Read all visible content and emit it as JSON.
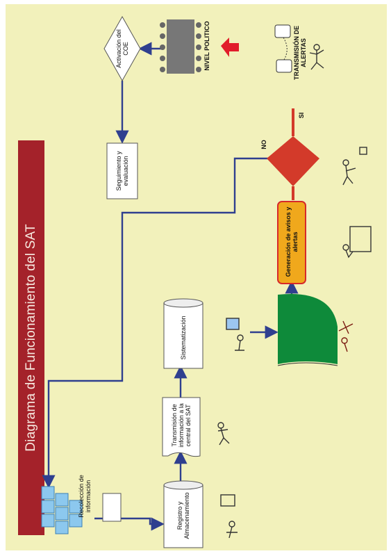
{
  "title": "Diagrama de Funcionamiento del SAT",
  "nodes": {
    "recoleccion": "Recolección de información",
    "registro": "Registro y Almacenamiento",
    "transmision": "Transmisión de información a la central del SAT",
    "sistematizacion": "Sistematización",
    "generacion": "Generación de avisos y alertas",
    "seguimiento": "Seguimiento y evaluación",
    "activacion": "Activación del COE",
    "nivel_politico": "NIVEL POLITICO",
    "transmision_alertas": "TRANSMISIÓN DE ALERTAS"
  },
  "decision": {
    "no": "NO",
    "si": "SI"
  },
  "colors": {
    "background": "#f2f1bb",
    "title_band": "#a4222a",
    "connector": "#2f3f8f",
    "decision": "#d33a2a",
    "green_node": "#0e8a3a",
    "generation_box": "#f0a81c",
    "red_arrow": "#e11d2a"
  },
  "icons": [
    "cubes-icon",
    "person-desk-icon",
    "person-box-icon",
    "person-running-icon",
    "person-computer-icon",
    "person-reading-icon",
    "person-blackboard-icon",
    "person-papers-icon",
    "meeting-table-icon",
    "phone-icon",
    "running-man-icon",
    "red-arrow-icon"
  ]
}
